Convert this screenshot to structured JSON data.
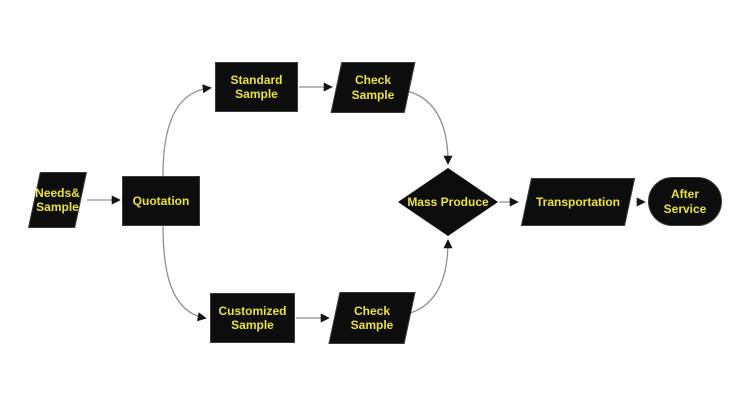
{
  "diagram": {
    "type": "flowchart",
    "colors": {
      "background": "#ffffff",
      "node_fill": "#0d0d0d",
      "node_border": "#3c3c3c",
      "label_text": "#eae139",
      "connector_line": "#8f8f8f",
      "arrowhead": "#141414"
    },
    "nodes": {
      "needs_sample": {
        "label": "Needs&\nSample",
        "shape": "parallelogram"
      },
      "quotation": {
        "label": "Quotation",
        "shape": "rectangle"
      },
      "standard_sample": {
        "label": "Standard\nSample",
        "shape": "rectangle"
      },
      "check_sample_top": {
        "label": "Check\nSample",
        "shape": "parallelogram"
      },
      "customized_sample": {
        "label": "Customized\nSample",
        "shape": "rectangle"
      },
      "check_sample_bottom": {
        "label": "Check\nSample",
        "shape": "parallelogram"
      },
      "mass_produce": {
        "label": "Mass Produce",
        "shape": "diamond"
      },
      "transportation": {
        "label": "Transportation",
        "shape": "parallelogram"
      },
      "after_service": {
        "label": "After Service",
        "shape": "stadium"
      }
    },
    "edges": [
      {
        "from": "needs_sample",
        "to": "quotation"
      },
      {
        "from": "quotation",
        "to": "standard_sample"
      },
      {
        "from": "quotation",
        "to": "customized_sample"
      },
      {
        "from": "standard_sample",
        "to": "check_sample_top"
      },
      {
        "from": "customized_sample",
        "to": "check_sample_bottom"
      },
      {
        "from": "check_sample_top",
        "to": "mass_produce"
      },
      {
        "from": "check_sample_bottom",
        "to": "mass_produce"
      },
      {
        "from": "mass_produce",
        "to": "transportation"
      },
      {
        "from": "transportation",
        "to": "after_service"
      }
    ]
  }
}
